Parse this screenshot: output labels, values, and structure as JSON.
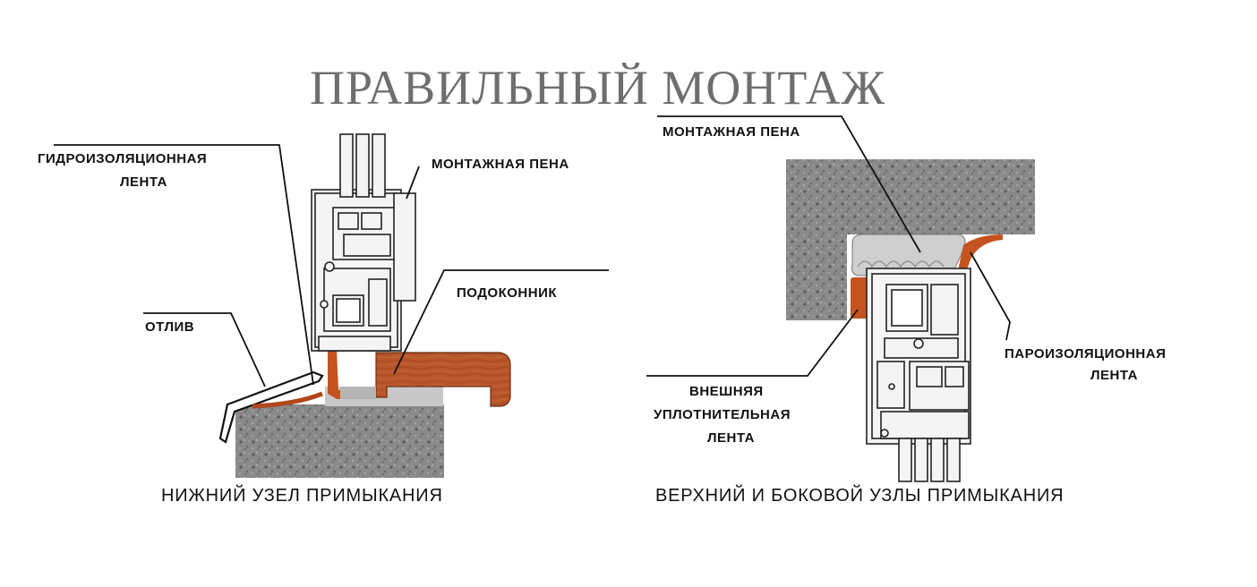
{
  "title": "ПРАВИЛЬНЫЙ МОНТАЖ",
  "left_diagram": {
    "labels": {
      "waterproof_tape_line1": "ГИДРОИЗОЛЯЦИОННАЯ",
      "waterproof_tape_line2": "ЛЕНТА",
      "foam": "МОНТАЖНАЯ ПЕНА",
      "sill": "ПОДОКОННИК",
      "drip": "ОТЛИВ"
    },
    "caption": "НИЖНИЙ УЗЕЛ ПРИМЫКАНИЯ"
  },
  "right_diagram": {
    "labels": {
      "foam": "МОНТАЖНАЯ ПЕНА",
      "vapor_tape_line1": "ПАРОИЗОЛЯЦИОННАЯ",
      "vapor_tape_line2": "ЛЕНТА",
      "outer_tape_line1": "ВНЕШНЯЯ",
      "outer_tape_line2": "УПЛОТНИТЕЛЬНАЯ",
      "outer_tape_line3": "ЛЕНТА"
    },
    "caption": "ВЕРХНИЙ И БОКОВОЙ УЗЛЫ ПРИМЫКАНИЯ"
  },
  "colors": {
    "concrete": "#8c8c8c",
    "foam": "#c9c9c9",
    "wood_sill": "#b5532a",
    "tape": "#c0511f",
    "profile": "#f2f2f2",
    "line": "#222222"
  }
}
